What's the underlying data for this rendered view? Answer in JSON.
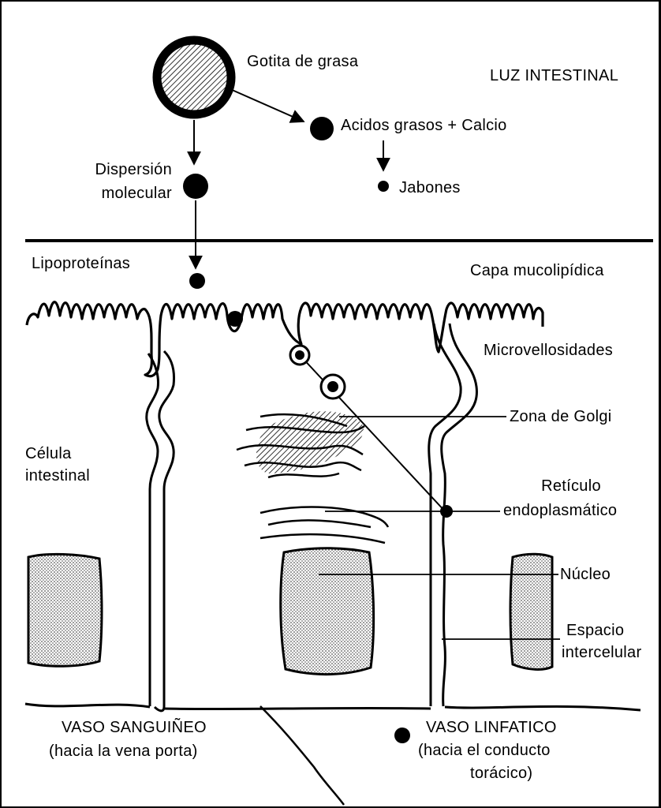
{
  "labels": {
    "gotita": "Gotita de grasa",
    "luz": "LUZ INTESTINAL",
    "acidos": "Acidos grasos + Calcio",
    "dispersion_1": "Dispersión",
    "dispersion_2": "molecular",
    "jabones": "Jabones",
    "lipoproteinas": "Lipoproteínas",
    "capa": "Capa mucolipídica",
    "microvellosidades": "Microvellosidades",
    "golgi": "Zona de Golgi",
    "celula_1": "Célula",
    "celula_2": "intestinal",
    "reticulo_1": "Retículo",
    "reticulo_2": "endoplasmático",
    "nucleo": "Núcleo",
    "espacio_1": "Espacio",
    "espacio_2": "intercelular",
    "vaso_sanguineo_1": "VASO SANGUIÑEO",
    "vaso_sanguineo_2": "(hacia la vena porta)",
    "vaso_linfatico_1": "VASO LINFATICO",
    "vaso_linfatico_2": "(hacia el conducto",
    "vaso_linfatico_3": "torácico)"
  },
  "colors": {
    "ink": "#000000",
    "paper": "#ffffff"
  }
}
